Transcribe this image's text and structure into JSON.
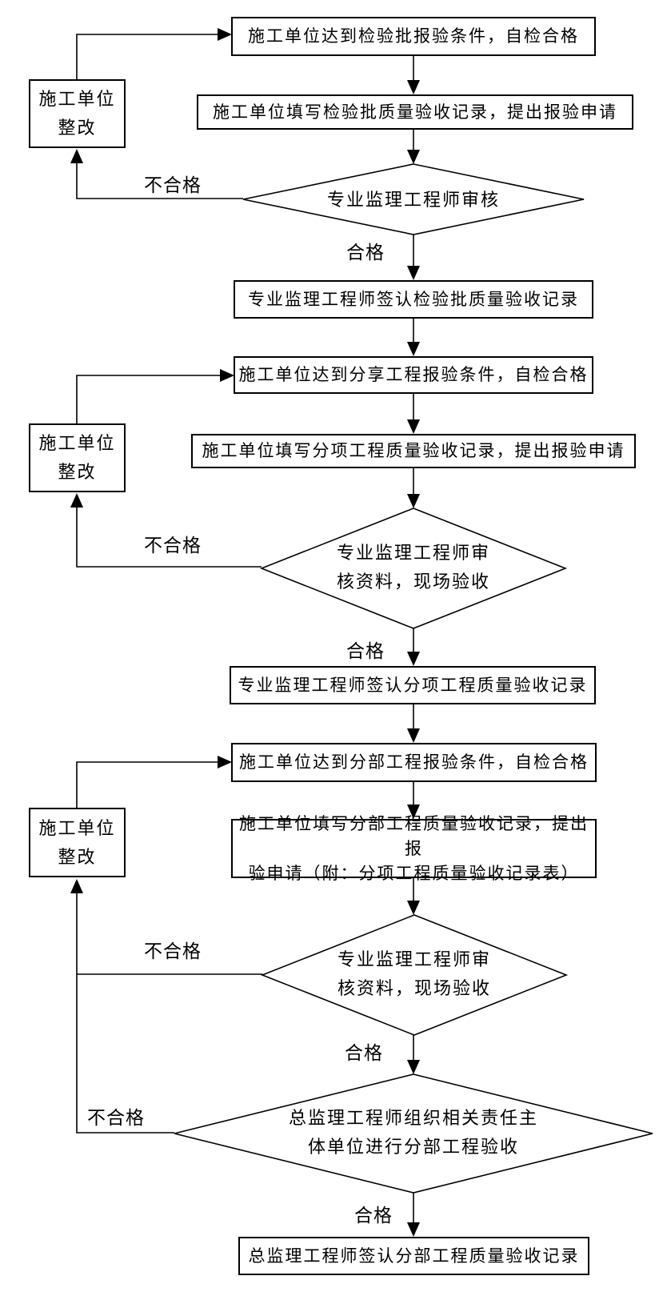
{
  "flowchart": {
    "nodes": {
      "b1": "施工单位达到检验批报验条件，自检合格",
      "b2": "施工单位填写检验批质量验收记录，提出报验申请",
      "d1": "专业监理工程师审核",
      "b3": "专业监理工程师签认检验批质量验收记录",
      "b4": "施工单位达到分享工程报验条件，自检合格",
      "b5": "施工单位填写分项工程质量验收记录，提出报验申请",
      "d2": "专业监理工程师审\n核资料，现场验收",
      "b6": "专业监理工程师签认分项工程质量验收记录",
      "b7": "施工单位达到分部工程报验条件，自检合格",
      "b8": "施工单位填写分部工程质量验收记录，提出报\n验申请（附：分项工程质量验收记录表）",
      "d3": "专业监理工程师审\n核资料，现场验收",
      "d4": "总监理工程师组织相关责任主\n体单位进行分部工程验收",
      "b9": "总监理工程师签认分部工程质量验收记录",
      "rework": "施工单位\n整改"
    },
    "labels": {
      "pass": "合格",
      "fail": "不合格"
    },
    "colors": {
      "line": "#000000",
      "background": "#ffffff"
    }
  }
}
